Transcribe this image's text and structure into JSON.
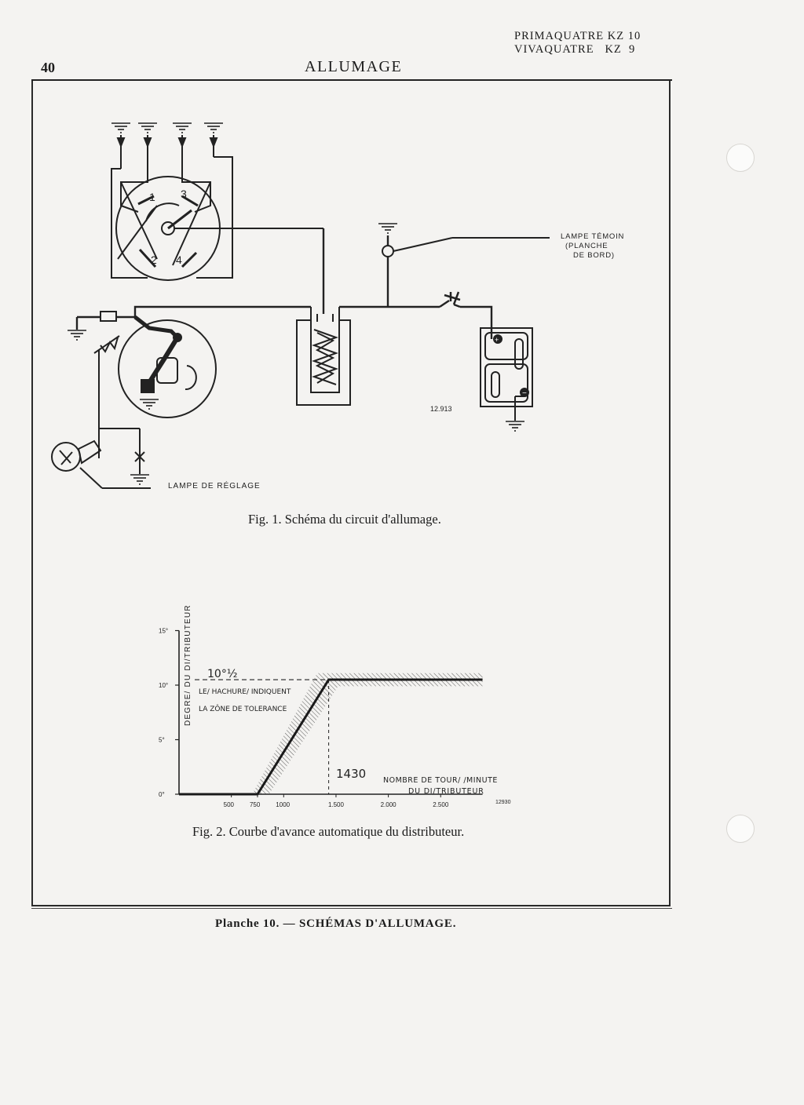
{
  "header": {
    "page_number": "40",
    "section_title": "ALLUMAGE",
    "models": [
      "PRIMAQUATRE KZ 10",
      "VIVAQUATRE   KZ  9"
    ]
  },
  "fig1": {
    "caption": "Fig. 1. Schéma du circuit d'allumage.",
    "lamp_temoin": [
      "LAMPE TÉMOIN",
      "(PLANCHE",
      "DE BORD)"
    ],
    "lampe_reglage": "LAMPE DE RÉGLAGE",
    "cylinder_numbers": [
      "1",
      "3",
      "2",
      "4"
    ],
    "ref_number": "12.913",
    "battery_plus": "+",
    "battery_minus": "−"
  },
  "fig2": {
    "caption": "Fig. 2. Courbe d'avance automatique du distributeur.",
    "y_axis_label": "DEGRE/ DU DI/TRIBUTEUR",
    "y_ticks": [
      "15°",
      "10°",
      "5°",
      "0°"
    ],
    "x_ticks": [
      "500",
      "750",
      "1000",
      "1.500",
      "2.000",
      "2.500"
    ],
    "value_label": "10°½",
    "rpm_label": "1430",
    "note_line1": "LE/ HACHURE/ INDIQUENT",
    "note_line2": "LA ZÔNE DE TOLERANCE",
    "x_axis_label_line1": "NOMBRE DE TOUR/ /MINUTE",
    "x_axis_label_line2": "DU DI/TRIBUTEUR",
    "ref_number": "12930"
  },
  "chart_data": {
    "type": "line",
    "x": [
      0,
      750,
      1430,
      2900
    ],
    "series": [
      {
        "values": [
          0,
          0,
          10.5,
          10.5
        ]
      }
    ],
    "xlabel": "NOMBRE DE TOUR/ /MINUTE DU DI/TRIBUTEUR",
    "ylabel": "DEGRE/ DU DI/TRIBUTEUR",
    "y_ticks": [
      0,
      5,
      10,
      15
    ],
    "x_ticks": [
      500,
      750,
      1000,
      1500,
      2000,
      2500
    ],
    "ylim": [
      0,
      15
    ],
    "xlim": [
      0,
      2900
    ],
    "tolerance_band": "hatched",
    "annotations": [
      "10°½",
      "1430",
      "LE/ HACHURE/ INDIQUENT",
      "LA ZÔNE DE TOLERANCE"
    ]
  },
  "footer": {
    "plate_caption": "Planche 10. — SCHÉMAS D'ALLUMAGE."
  }
}
